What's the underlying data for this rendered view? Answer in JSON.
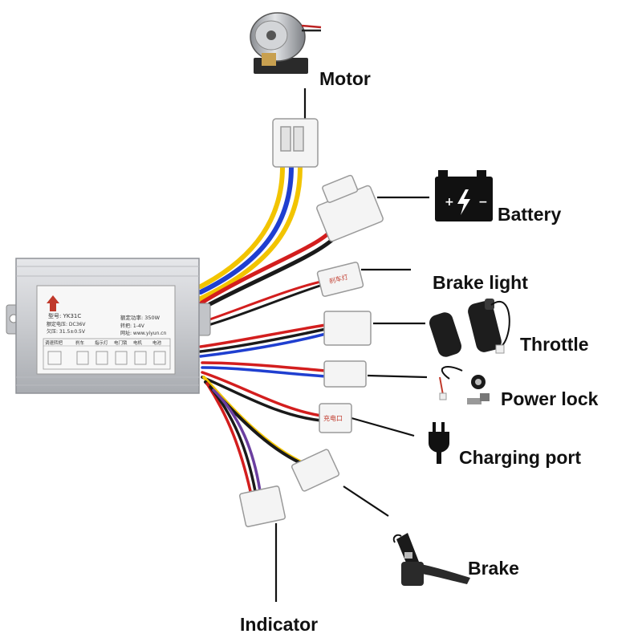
{
  "labels": {
    "motor": "Motor",
    "battery": "Battery",
    "brake_light": "Brake light",
    "throttle": "Throttle",
    "power_lock": "Power lock",
    "charging_port": "Charging port",
    "brake": "Brake",
    "indicator": "Indicator"
  },
  "controller": {
    "model": "型号: YK31C",
    "rated_power": "额定功率: 350W",
    "rated_voltage": "额定电压: DC36V",
    "throttle_range": "转把: 1-4V",
    "undervoltage": "欠压: 31.5±0.5V",
    "website": "网址: www.yiyun.cn",
    "terminals": [
      "调速转把",
      "刹车",
      "指示灯",
      "电门锁",
      "电机",
      "电池"
    ]
  },
  "connector_tags": {
    "brake_light": "刹车灯",
    "charging": "充电口"
  },
  "wire_colors": {
    "yellow": "#f2c400",
    "blue": "#1f3fd0",
    "red": "#d31e1e",
    "black": "#1a1a1a",
    "violet": "#6b3fa0"
  }
}
